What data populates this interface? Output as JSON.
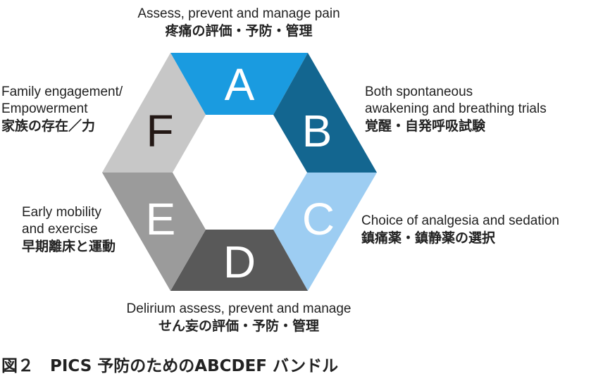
{
  "figure_caption": "図２　PICS 予防のためのABCDEF バンドル",
  "segments": {
    "A": {
      "letter": "A",
      "color": "#1a9be0",
      "en": "Assess,  prevent and manage pain",
      "jp": "疼痛の評価・予防・管理"
    },
    "B": {
      "letter": "B",
      "color": "#136690",
      "en": [
        "Both spontaneous",
        "awakening and breathing trials"
      ],
      "jp": "覚醒・自発呼吸試験"
    },
    "C": {
      "letter": "C",
      "color": "#9dcdf2",
      "en": "Choice of analgesia and sedation",
      "jp": "鎮痛薬・鎮静薬の選択"
    },
    "D": {
      "letter": "D",
      "color": "#595959",
      "en": "Delirium assess,  prevent and manage",
      "jp": "せん妄の評価・予防・管理"
    },
    "E": {
      "letter": "E",
      "color": "#9b9b9b",
      "en": [
        "Early mobility",
        "and exercise"
      ],
      "jp": "早期離床と運動"
    },
    "F": {
      "letter": "F",
      "color": "#c7c7c7",
      "en": [
        "Family engagement/",
        "Empowerment"
      ],
      "jp": "家族の存在／力"
    }
  }
}
